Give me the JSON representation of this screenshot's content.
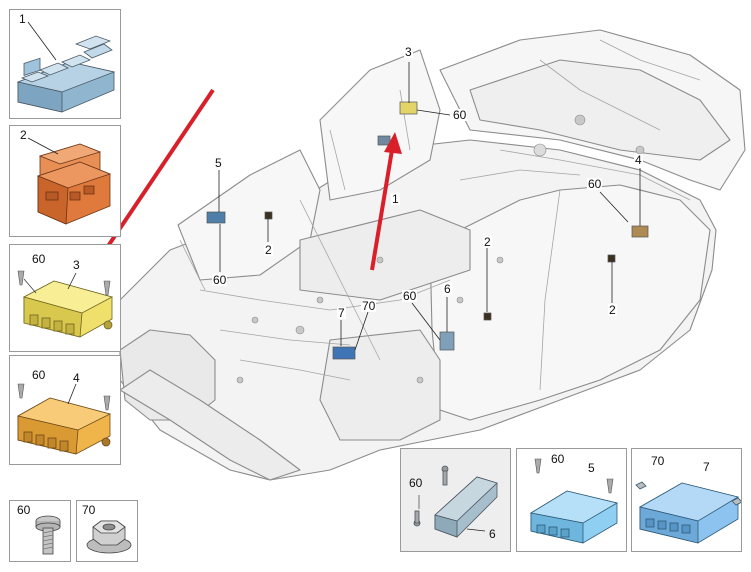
{
  "colors": {
    "blue_part": "#9fc3dc",
    "orange_part": "#e07a3c",
    "yellow_part": "#f2e46a",
    "amber_part": "#f2b54a",
    "cyan_part": "#7fc6ee",
    "light_blue_part": "#8cc4ef",
    "arrow_red": "#d81f2a",
    "car_outline": "#8c8c8c",
    "car_fill": "#f2f2f2"
  },
  "legend_panels": {
    "p1": {
      "callout": "1"
    },
    "p2": {
      "callout": "2"
    },
    "p3": {
      "callout": "3",
      "screw": "60"
    },
    "p4": {
      "callout": "4",
      "screw": "60"
    },
    "p6": {
      "callout": "6",
      "screw": "60"
    },
    "p5": {
      "callout": "5",
      "screw": "60"
    },
    "p7": {
      "callout": "7",
      "nut": "70"
    },
    "f60": {
      "callout": "60"
    },
    "f70": {
      "callout": "70"
    }
  },
  "main_callouts": {
    "c3_top": "3",
    "c60_top": "60",
    "c5": "5",
    "c2_left": "2",
    "c60_left": "60",
    "c1": "1",
    "c4": "4",
    "c60_right": "60",
    "c2_mid": "2",
    "c2_right": "2",
    "c6": "6",
    "c60_mid": "60",
    "c70": "70",
    "c7": "7"
  }
}
